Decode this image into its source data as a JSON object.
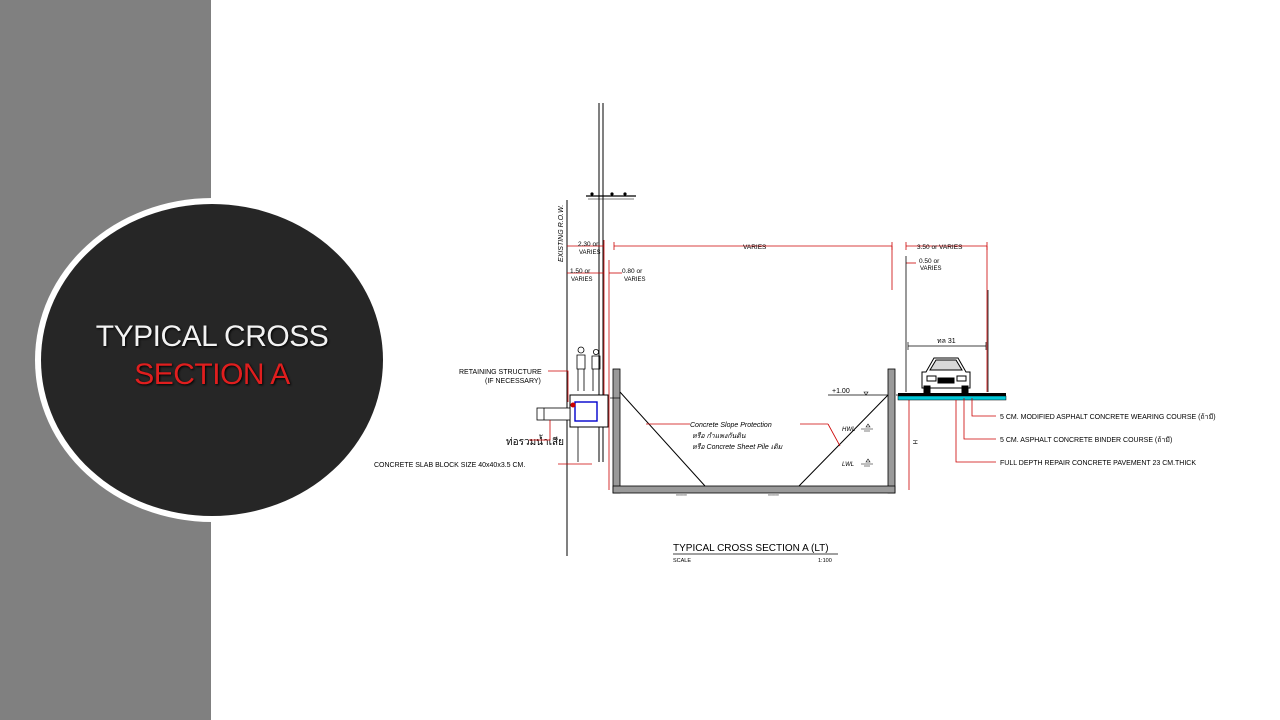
{
  "slide": {
    "title_line1": "TYPICAL CROSS",
    "title_line2": "SECTION A",
    "colors": {
      "band": "#808080",
      "disc": "#262626",
      "title_white": "#f2f2f2",
      "title_red": "#e01e1e",
      "dimension_red": "#cc0000",
      "water_cyan": "#00c8d8"
    }
  },
  "drawing": {
    "row_label": "EXISTING R.O.W.",
    "dims": {
      "d230": "2.30 or",
      "d230_v": "VARIES",
      "d150": "1.50 or",
      "d150_v": "VARIES",
      "d080": "0.80 or",
      "d080_v": "VARIES",
      "varies": "VARIES",
      "d350": "3.50 or VARIES",
      "d050": "0.50 or",
      "d050_v": "VARIES",
      "road_label": "ทล 31",
      "elev": "+1.00",
      "hwl": "HWL",
      "lwl": "LWL",
      "h": "H"
    },
    "labels": {
      "retaining_1": "RETAINING STRUCTURE",
      "retaining_2": "(IF NECESSARY)",
      "sewer_pipe": "ท่อรวมน้ำเสีย",
      "slab_block": "CONCRETE SLAB BLOCK SIZE 40x40x3.5 CM.",
      "slope_1": "Concrete Slope Protection",
      "slope_2": "หรือ กำแพงกันดิน",
      "slope_3": "หรือ Concrete Sheet Pile เดิม",
      "asphalt_wearing": "5 CM. MODIFIED ASPHALT CONCRETE WEARING COURSE (ถ้ามี)",
      "asphalt_binder": "5 CM. ASPHALT CONCRETE BINDER COURSE (ถ้ามี)",
      "full_depth": "FULL DEPTH REPAIR CONCRETE PAVEMENT 23 CM.THICK"
    },
    "caption": {
      "title": "TYPICAL CROSS SECTION A (LT)",
      "scale_label": "SCALE",
      "scale_value": "1:100"
    }
  }
}
